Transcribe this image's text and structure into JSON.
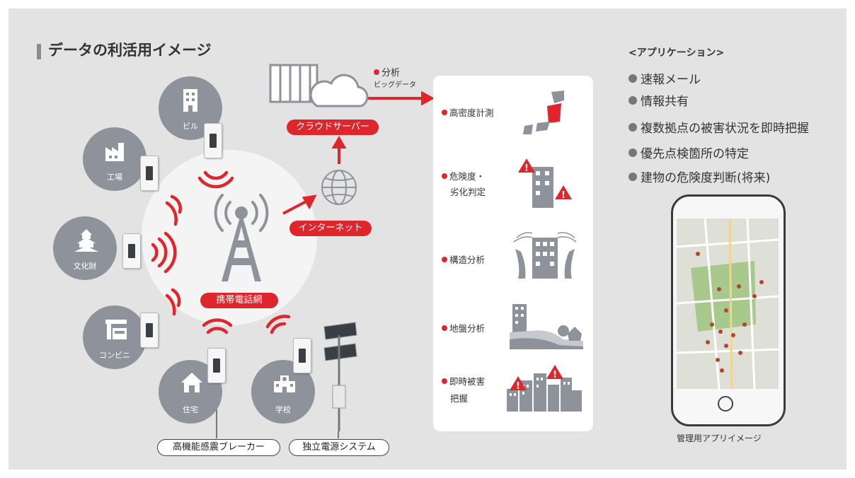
{
  "title": "データの利活用イメージ",
  "network": {
    "tower_label": "携帯電話網",
    "internet_label": "インターネット",
    "cloud_label": "クラウドサーバー",
    "analysis_label": "分析",
    "bigdata_label": "ビッグデータ"
  },
  "nodes": [
    {
      "label": "ビル",
      "icon": "building-icon"
    },
    {
      "label": "工場",
      "icon": "factory-icon"
    },
    {
      "label": "文化財",
      "icon": "castle-icon"
    },
    {
      "label": "コンビニ",
      "icon": "convenience-store-icon"
    },
    {
      "label": "住宅",
      "icon": "house-icon"
    },
    {
      "label": "学校",
      "icon": "school-icon"
    }
  ],
  "bottom_labels": {
    "breaker": "高機能感震ブレーカー",
    "power": "独立電源システム"
  },
  "results": {
    "dense": "高密度計測",
    "risk_line1": "危険度・",
    "risk_line2": "劣化判定",
    "structure": "構造分析",
    "ground": "地盤分析",
    "immediate_line1": "即時被害",
    "immediate_line2": "把握"
  },
  "apps": {
    "heading": "<アプリケーション>",
    "items": [
      "速報メール",
      "情報共有",
      "複数拠点の被害状況を即時把握",
      "優先点検箇所の特定",
      "建物の危険度判断(将来)"
    ],
    "caption": "管理用アプリイメージ"
  },
  "colors": {
    "accent": "#e0262d",
    "node_gray": "#8e929a",
    "panel": "#e3e3e3"
  }
}
